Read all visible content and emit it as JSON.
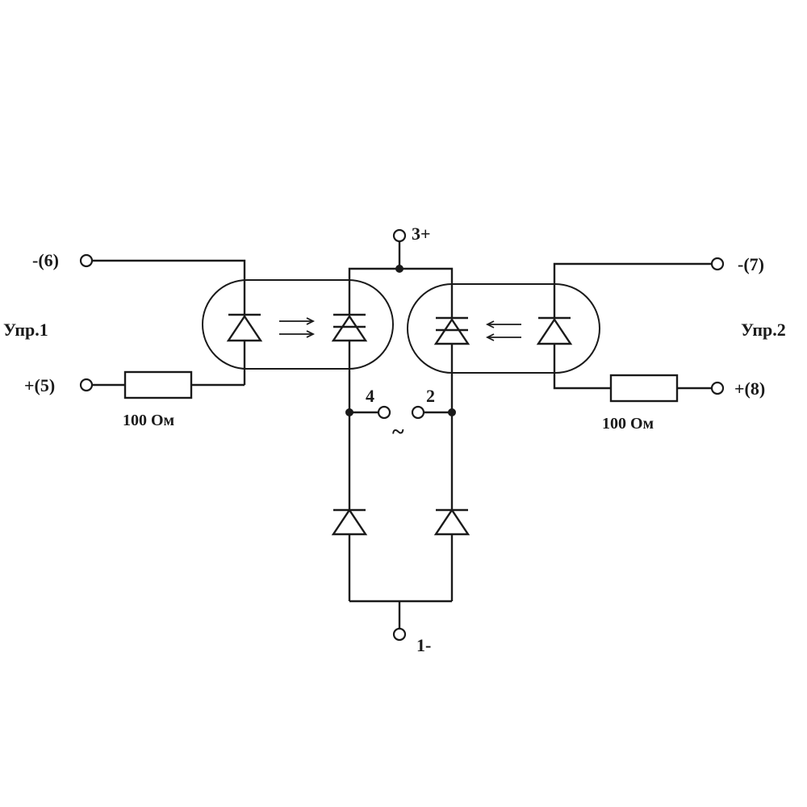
{
  "labels": {
    "terminal_6": "-(6)",
    "terminal_5": "+(5)",
    "terminal_7": "-(7)",
    "terminal_8": "+(8)",
    "terminal_3": "3+",
    "terminal_1": "1-",
    "terminal_4": "4",
    "terminal_2": "2",
    "ac_symbol": "~",
    "control_1": "Упр.1",
    "control_2": "Упр.2",
    "resistor_1": "100 Ом",
    "resistor_2": "100 Ом"
  }
}
